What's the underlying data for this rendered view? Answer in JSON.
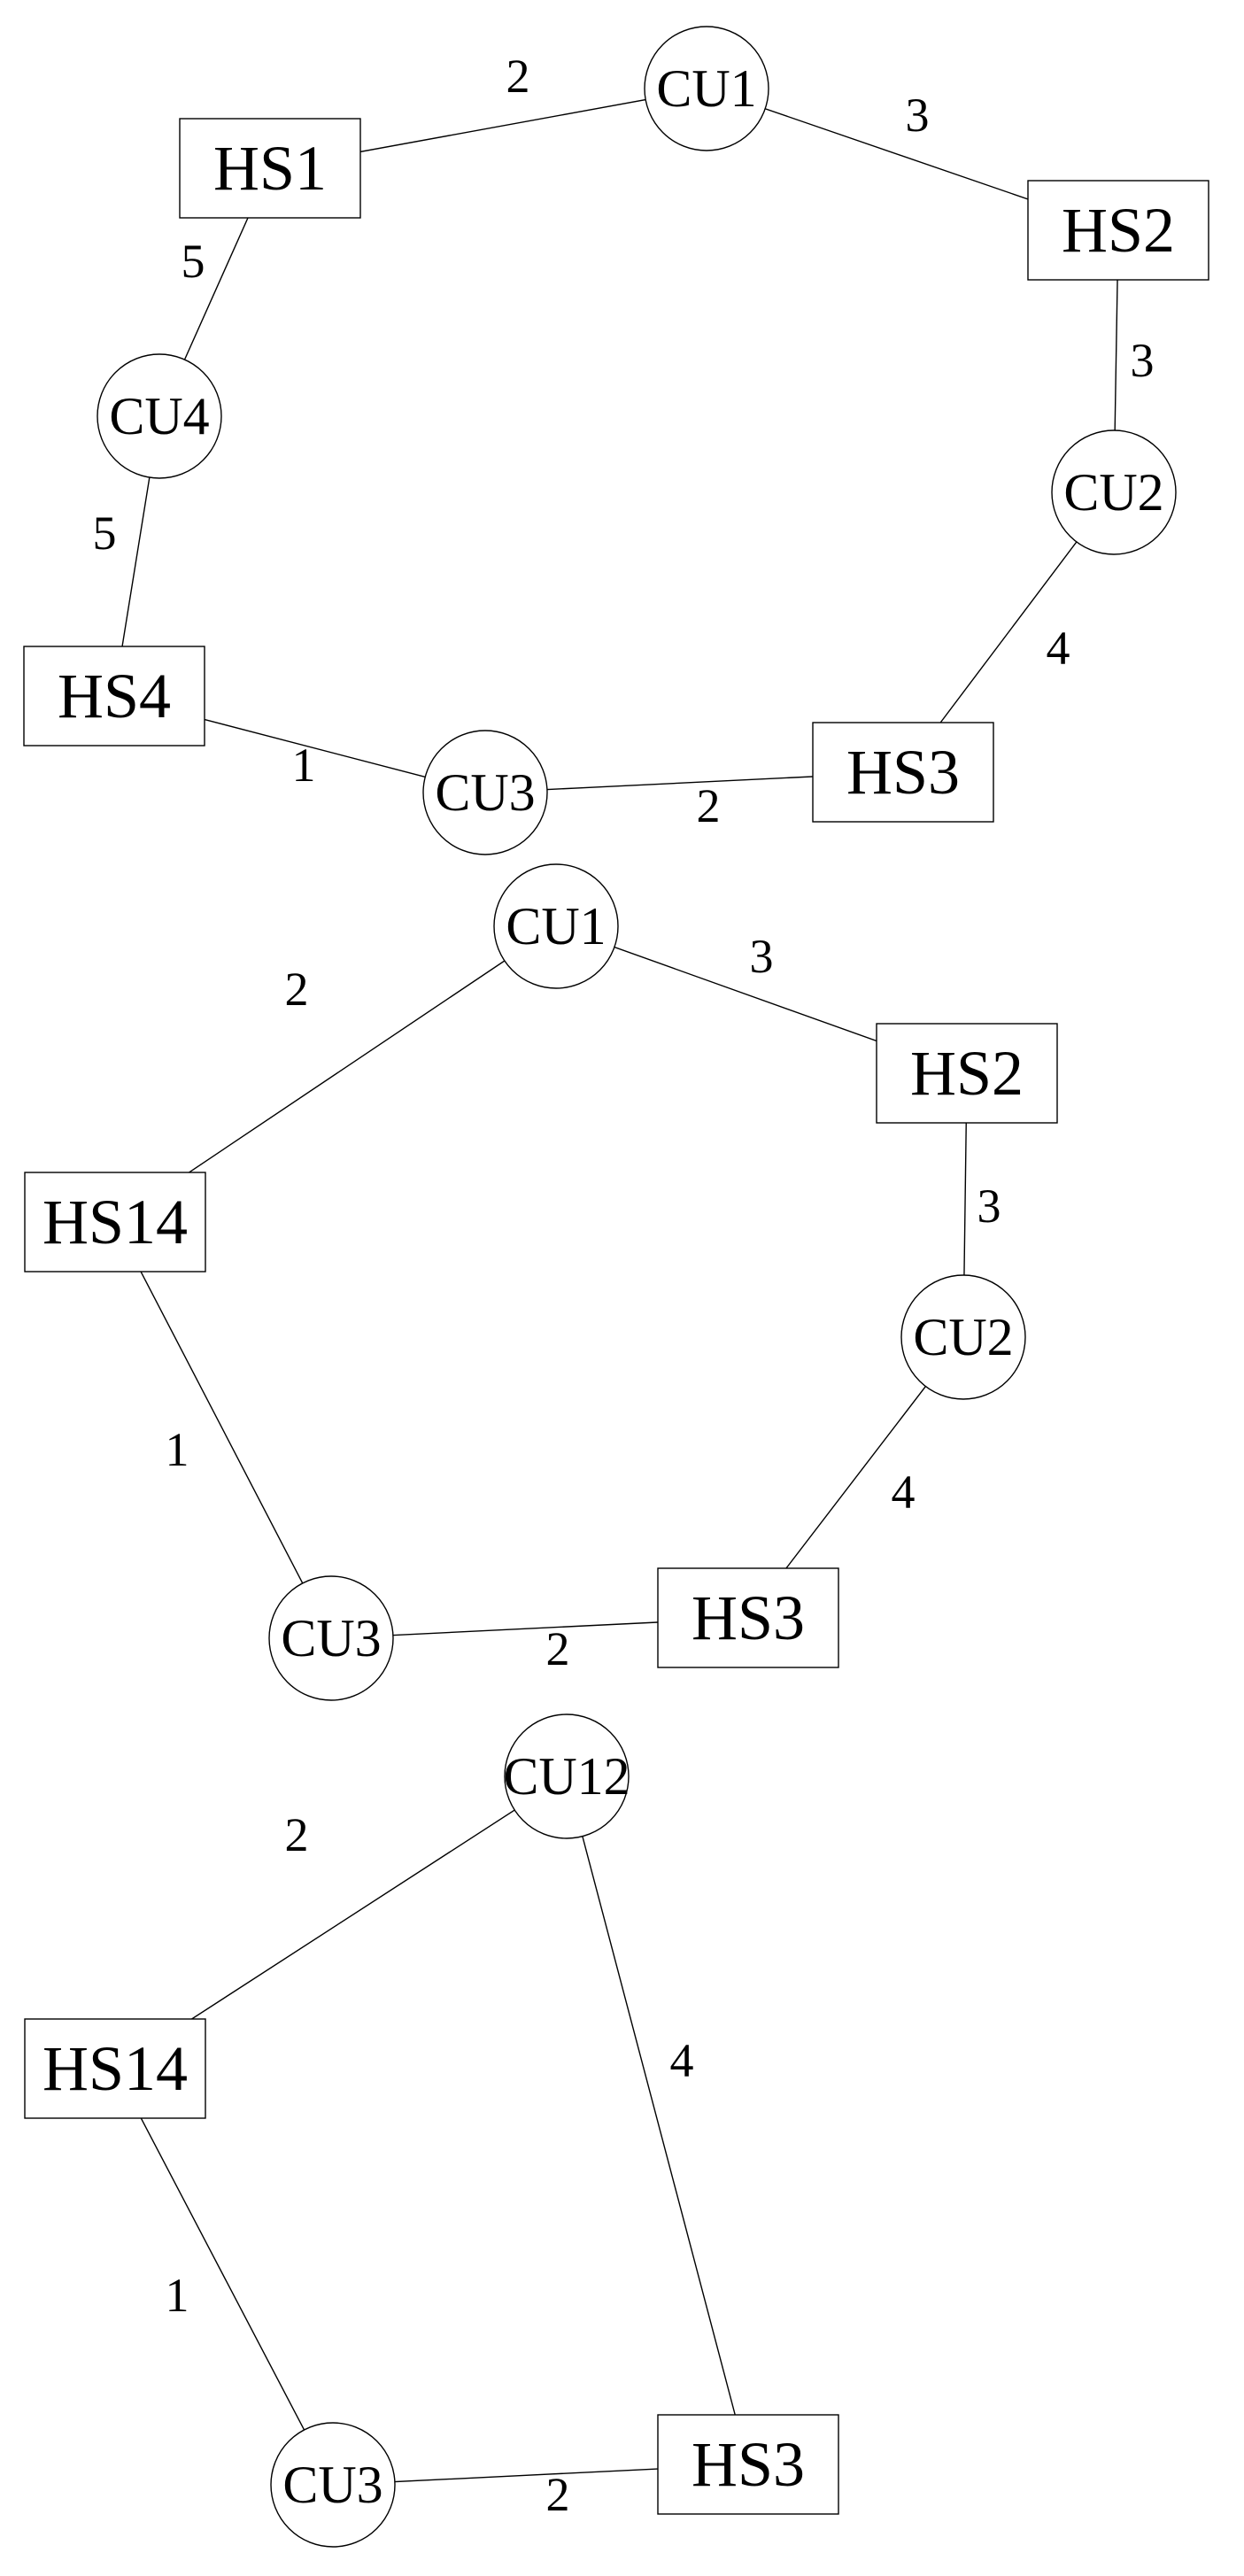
{
  "graphs": [
    {
      "nodes": [
        {
          "id": "HS1",
          "label": "HS1",
          "kind": "box"
        },
        {
          "id": "CU1",
          "label": "CU1",
          "kind": "circle"
        },
        {
          "id": "HS2",
          "label": "HS2",
          "kind": "box"
        },
        {
          "id": "CU2",
          "label": "CU2",
          "kind": "circle"
        },
        {
          "id": "HS3",
          "label": "HS3",
          "kind": "box"
        },
        {
          "id": "CU3",
          "label": "CU3",
          "kind": "circle"
        },
        {
          "id": "HS4",
          "label": "HS4",
          "kind": "box"
        },
        {
          "id": "CU4",
          "label": "CU4",
          "kind": "circle"
        }
      ],
      "edges": [
        {
          "from": "HS1",
          "to": "CU1",
          "weight": "2"
        },
        {
          "from": "CU1",
          "to": "HS2",
          "weight": "3"
        },
        {
          "from": "HS2",
          "to": "CU2",
          "weight": "3"
        },
        {
          "from": "CU2",
          "to": "HS3",
          "weight": "4"
        },
        {
          "from": "HS3",
          "to": "CU3",
          "weight": "2"
        },
        {
          "from": "CU3",
          "to": "HS4",
          "weight": "1"
        },
        {
          "from": "HS4",
          "to": "CU4",
          "weight": "5"
        },
        {
          "from": "CU4",
          "to": "HS1",
          "weight": "5"
        }
      ]
    },
    {
      "nodes": [
        {
          "id": "HS14",
          "label": "HS14",
          "kind": "box"
        },
        {
          "id": "CU1",
          "label": "CU1",
          "kind": "circle"
        },
        {
          "id": "HS2",
          "label": "HS2",
          "kind": "box"
        },
        {
          "id": "CU2",
          "label": "CU2",
          "kind": "circle"
        },
        {
          "id": "HS3",
          "label": "HS3",
          "kind": "box"
        },
        {
          "id": "CU3",
          "label": "CU3",
          "kind": "circle"
        }
      ],
      "edges": [
        {
          "from": "HS14",
          "to": "CU1",
          "weight": "2"
        },
        {
          "from": "CU1",
          "to": "HS2",
          "weight": "3"
        },
        {
          "from": "HS2",
          "to": "CU2",
          "weight": "3"
        },
        {
          "from": "CU2",
          "to": "HS3",
          "weight": "4"
        },
        {
          "from": "HS3",
          "to": "CU3",
          "weight": "2"
        },
        {
          "from": "CU3",
          "to": "HS14",
          "weight": "1"
        }
      ]
    },
    {
      "nodes": [
        {
          "id": "HS14",
          "label": "HS14",
          "kind": "box"
        },
        {
          "id": "CU12",
          "label": "CU12",
          "kind": "circle"
        },
        {
          "id": "HS3",
          "label": "HS3",
          "kind": "box"
        },
        {
          "id": "CU3",
          "label": "CU3",
          "kind": "circle"
        }
      ],
      "edges": [
        {
          "from": "HS14",
          "to": "CU12",
          "weight": "2"
        },
        {
          "from": "CU12",
          "to": "HS3",
          "weight": "4"
        },
        {
          "from": "HS3",
          "to": "CU3",
          "weight": "2"
        },
        {
          "from": "CU3",
          "to": "HS14",
          "weight": "1"
        }
      ]
    }
  ]
}
